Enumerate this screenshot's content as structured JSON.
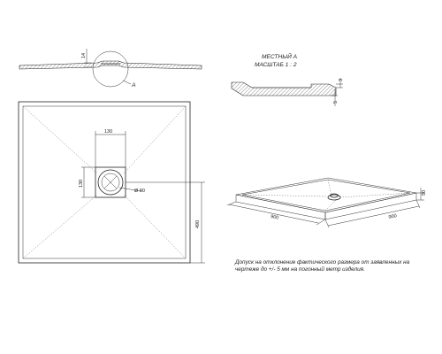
{
  "top_section": {
    "dim_thickness": "14",
    "callout_letter": "A"
  },
  "plan_view": {
    "dim_drain_width": "130",
    "dim_drain_height": "130",
    "dim_hole": "Ø 90",
    "dim_side": "490"
  },
  "detail": {
    "title_line1": "МЕСТНЫЙ А",
    "title_line2": "МАСШТАБ 1 : 2",
    "dim_top": "3",
    "dim_bottom": "5"
  },
  "iso_view": {
    "dim_height": "50",
    "dim_left": "900",
    "dim_right": "900"
  },
  "note": {
    "line1": "Допуск на отклонение фактического размера от заявленных на",
    "line2": "чертеже до +/- 5 мм на погонный метр изделия."
  }
}
